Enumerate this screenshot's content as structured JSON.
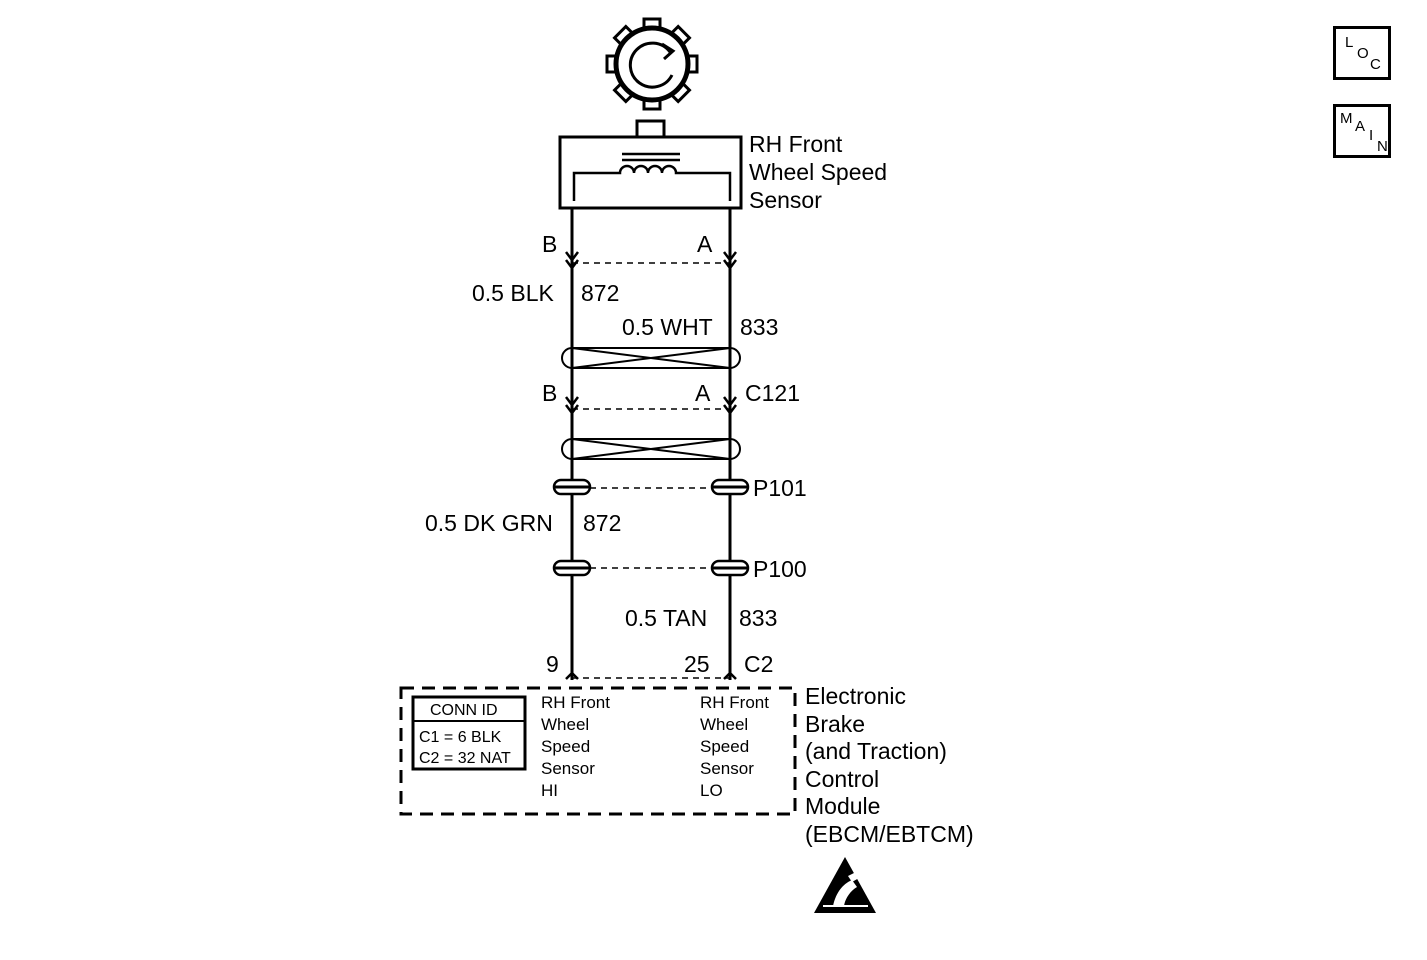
{
  "sensor": {
    "label_lines": [
      "RH Front",
      "Wheel Speed",
      "Sensor"
    ]
  },
  "sensor_pins": {
    "left": "B",
    "right": "A"
  },
  "wires_upper": {
    "left": {
      "size_color": "0.5 BLK",
      "circuit": "872"
    },
    "right": {
      "size_color": "0.5 WHT",
      "circuit": "833"
    }
  },
  "connector_c121": {
    "name": "C121",
    "left_pin": "B",
    "right_pin": "A"
  },
  "splice_p101": "P101",
  "wires_middle": {
    "left": {
      "size_color": "0.5 DK GRN",
      "circuit": "872"
    }
  },
  "splice_p100": "P100",
  "wires_lower": {
    "right": {
      "size_color": "0.5 TAN",
      "circuit": "833"
    }
  },
  "module_connector": {
    "name": "C2",
    "left_pin": "9",
    "right_pin": "25"
  },
  "conn_id": {
    "title": "CONN ID",
    "rows": [
      "C1 = 6 BLK",
      "C2 = 32 NAT"
    ]
  },
  "module_inputs": {
    "hi": [
      "RH Front",
      "Wheel",
      "Speed",
      "Sensor",
      "HI"
    ],
    "lo": [
      "RH Front",
      "Wheel",
      "Speed",
      "Sensor",
      "LO"
    ]
  },
  "module": {
    "label_lines": [
      "Electronic",
      "Brake",
      "(and Traction)",
      "Control",
      "Module",
      "(EBCM/EBTCM)"
    ]
  },
  "nav": {
    "loc": [
      "L",
      "O",
      "C"
    ],
    "main": [
      "M",
      "A",
      "I",
      "N"
    ]
  },
  "icons": {
    "sensor_wheel": "reluctor-wheel-icon",
    "esd": "esd-warning-icon",
    "coil": "pickup-coil-icon"
  }
}
